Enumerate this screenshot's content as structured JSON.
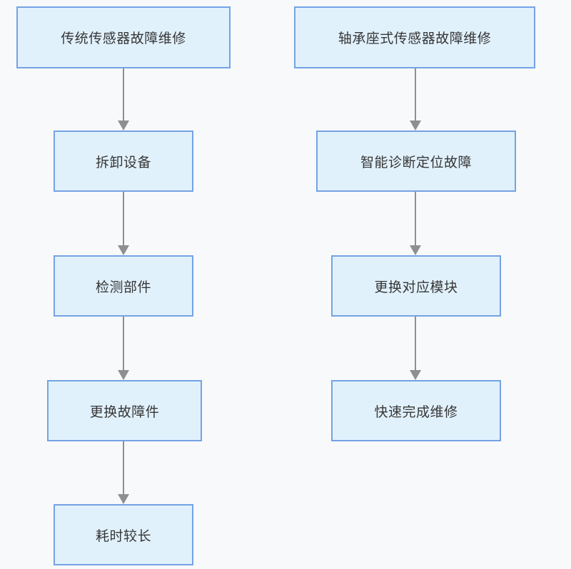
{
  "diagram": {
    "type": "flowchart",
    "colors": {
      "background": "#f8f9fa",
      "node-fill": "#e1f1fc",
      "node-border": "#74a3e4",
      "arrow": "#8f8f8f",
      "text": "#363636"
    },
    "columns": [
      {
        "id": "traditional-sensor-repair",
        "nodes": [
          "传统传感器故障维修",
          "拆卸设备",
          "检测部件",
          "更换故障件",
          "耗时较长"
        ]
      },
      {
        "id": "bearing-seat-sensor-repair",
        "nodes": [
          "轴承座式传感器故障维修",
          "智能诊断定位故障",
          "更换对应模块",
          "快速完成维修"
        ]
      }
    ],
    "edges": [
      {
        "from": "传统传感器故障维修",
        "to": "拆卸设备"
      },
      {
        "from": "拆卸设备",
        "to": "检测部件"
      },
      {
        "from": "检测部件",
        "to": "更换故障件"
      },
      {
        "from": "更换故障件",
        "to": "耗时较长"
      },
      {
        "from": "轴承座式传感器故障维修",
        "to": "智能诊断定位故障"
      },
      {
        "from": "智能诊断定位故障",
        "to": "更换对应模块"
      },
      {
        "from": "更换对应模块",
        "to": "快速完成维修"
      }
    ]
  }
}
